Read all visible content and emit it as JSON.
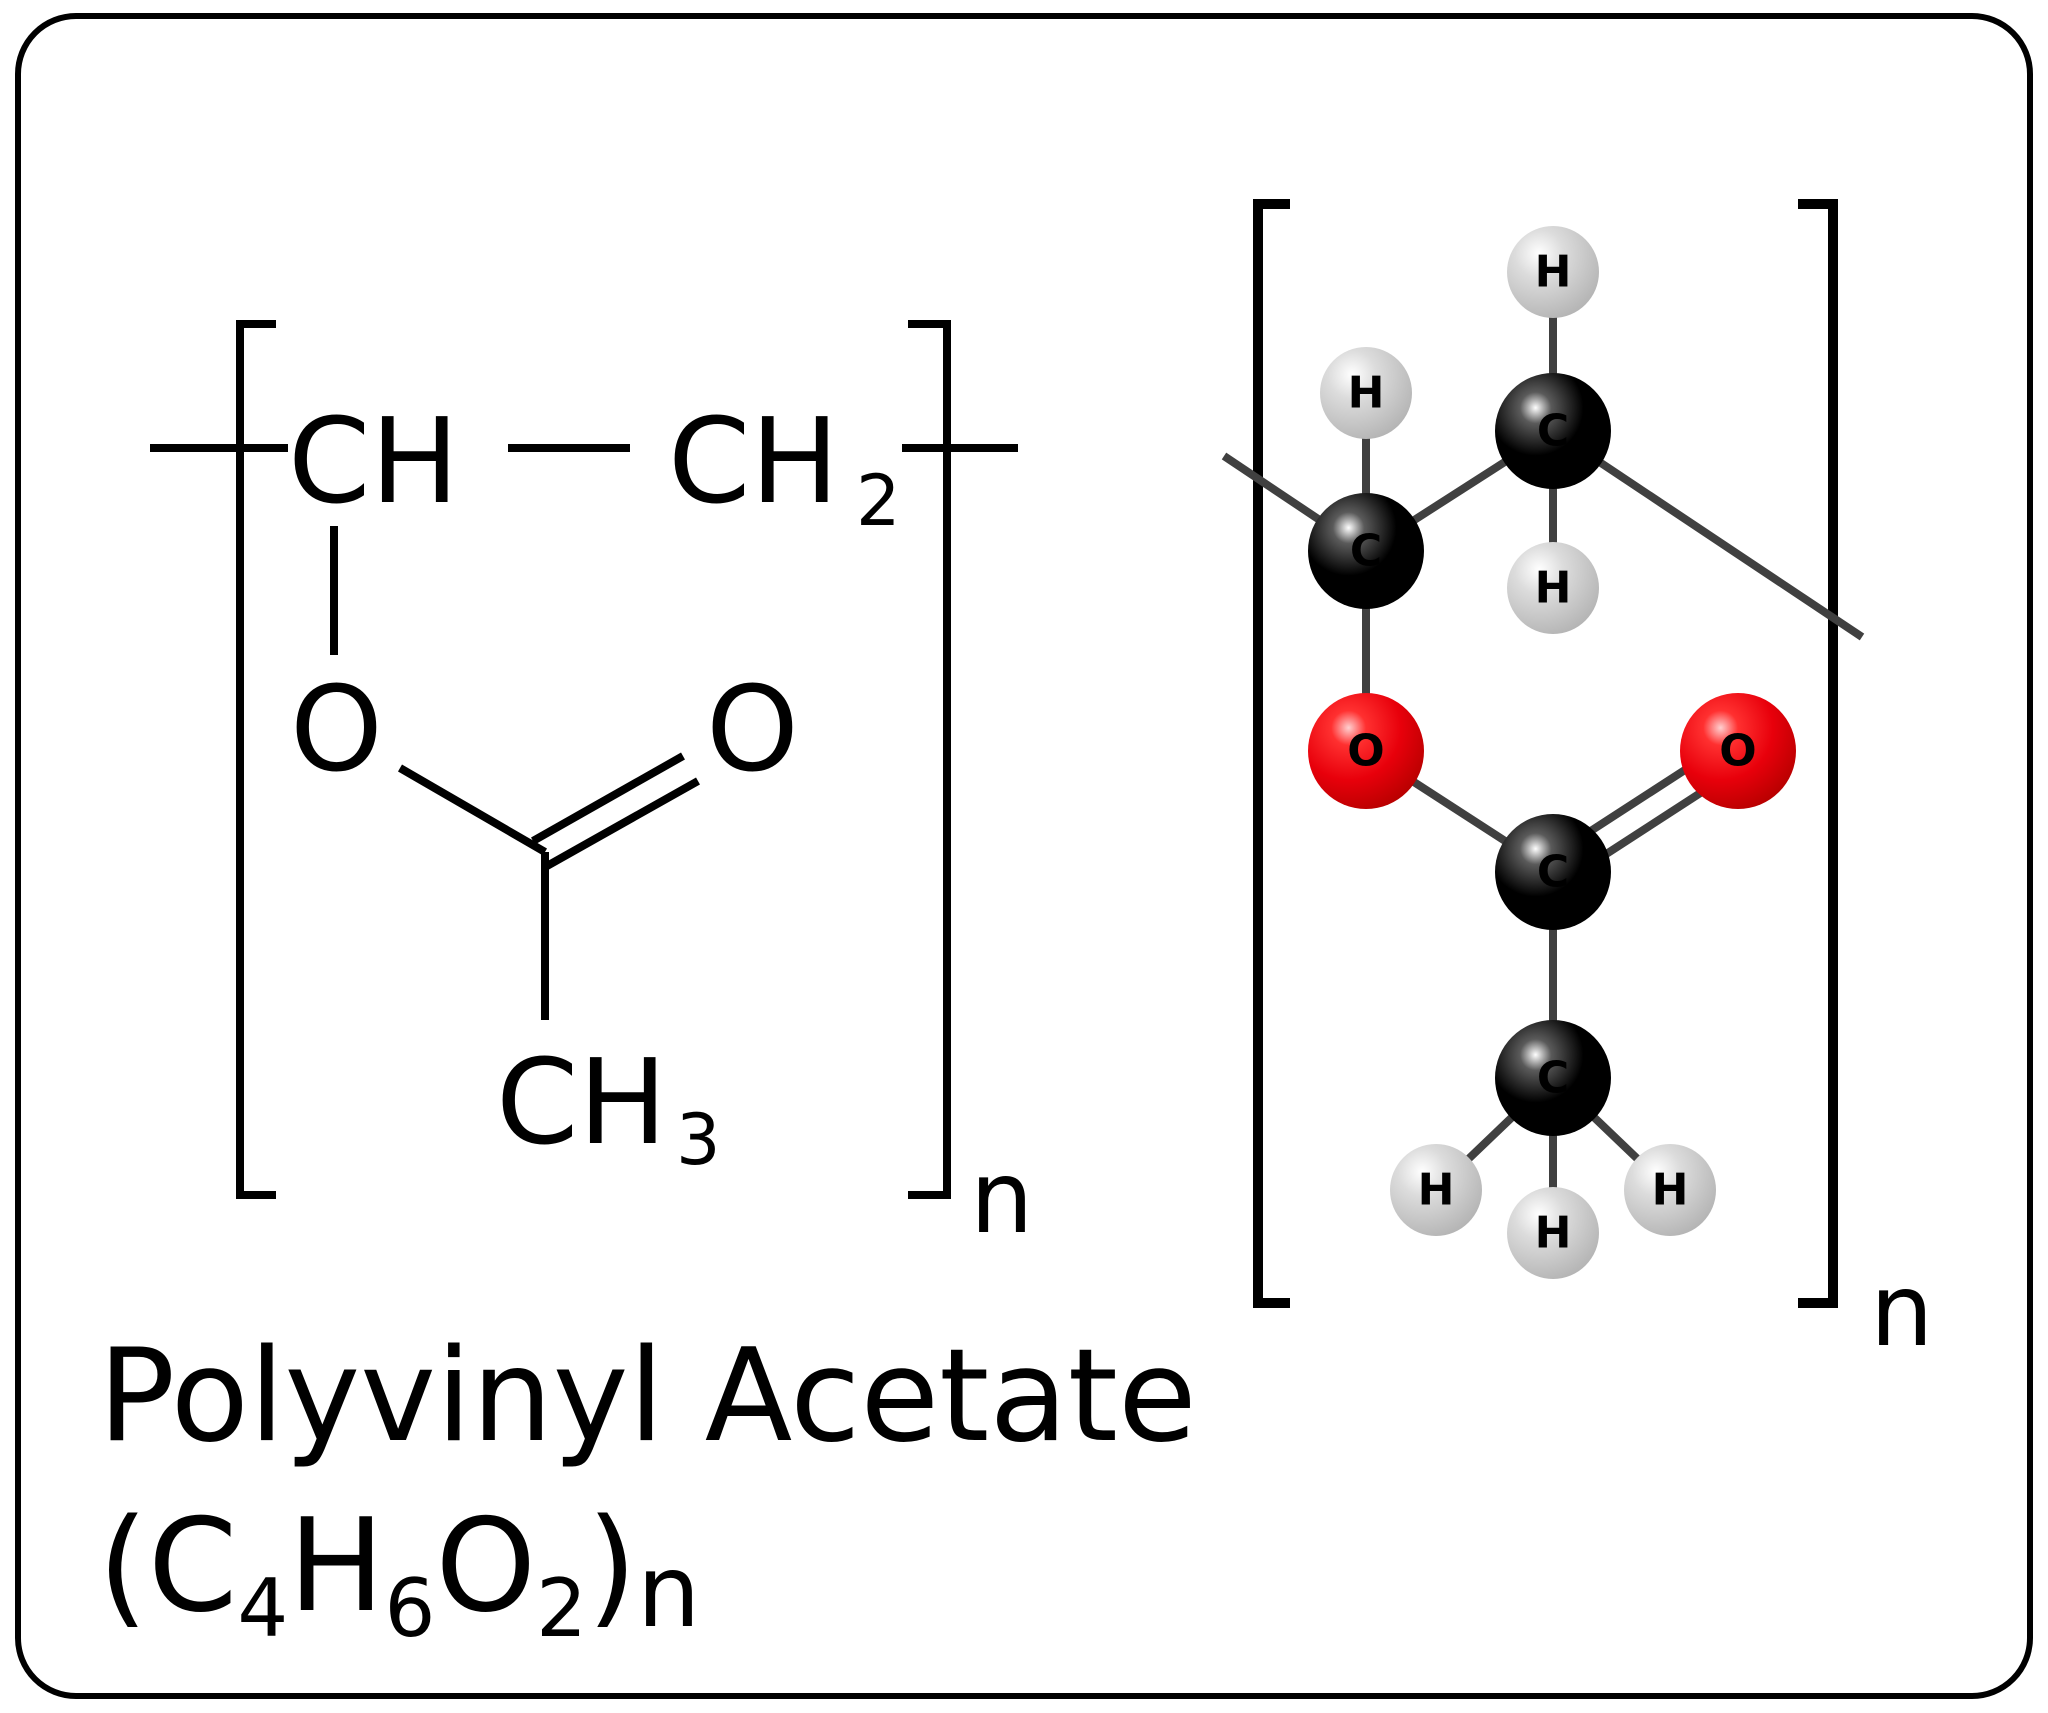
{
  "skeletal": {
    "ch": "CH",
    "ch2_main": "CH",
    "ch2_sub": "2",
    "o_ester": "O",
    "o_carbonyl": "O",
    "ch3_main": "CH",
    "ch3_sub": "3",
    "repeat": "n"
  },
  "ball_stick": {
    "atoms": {
      "h_top_right": "H",
      "h_top_left": "H",
      "c_alpha": "C",
      "c_beta": "C",
      "h_beta_below": "H",
      "o_ester": "O",
      "o_carbonyl": "O",
      "c_carbonyl": "C",
      "c_methyl": "C",
      "h_methyl_left": "H",
      "h_methyl_mid": "H",
      "h_methyl_right": "H"
    },
    "repeat": "n",
    "colors": {
      "carbon": "#000000",
      "oxygen": "#e8000b",
      "hydrogen": "#c8c8c8",
      "bond": "#404040"
    }
  },
  "caption": {
    "name": "Polyvinyl Acetate",
    "formula_open": "(C",
    "formula_c_sub": "4",
    "formula_h": "H",
    "formula_h_sub": "6",
    "formula_o": "O",
    "formula_o_sub": "2",
    "formula_close": ")",
    "formula_n": "n"
  }
}
